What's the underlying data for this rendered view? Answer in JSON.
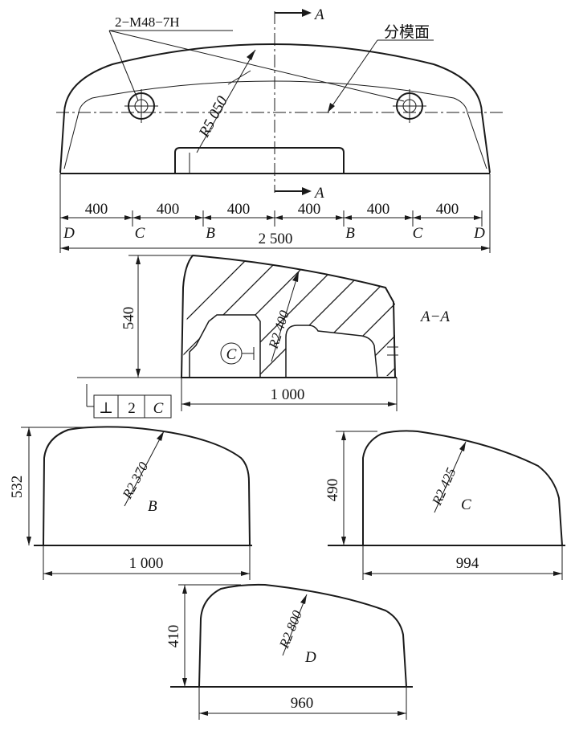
{
  "top_view": {
    "thread_label": "2−M48−7H",
    "parting_label": "分模面",
    "radius_label": "R5 050",
    "section_mark": "A",
    "segments": [
      "400",
      "400",
      "400",
      "400",
      "400",
      "400"
    ],
    "station_labels": [
      "D",
      "C",
      "B",
      "B",
      "C",
      "D"
    ],
    "total_length": "2 500"
  },
  "section_aa": {
    "title": "A−A",
    "height": "540",
    "radius_label": "R2 400",
    "width": "1 000",
    "datum": "C",
    "tolerance": {
      "symbol": "⊥",
      "value": "2",
      "datum": "C"
    }
  },
  "section_b": {
    "height": "532",
    "radius_label": "R2 370",
    "label": "B",
    "width": "1 000"
  },
  "section_c": {
    "height": "490",
    "radius_label": "R2 425",
    "label": "C",
    "width": "994"
  },
  "section_d": {
    "height": "410",
    "radius_label": "R2 800",
    "label": "D",
    "width": "960"
  }
}
